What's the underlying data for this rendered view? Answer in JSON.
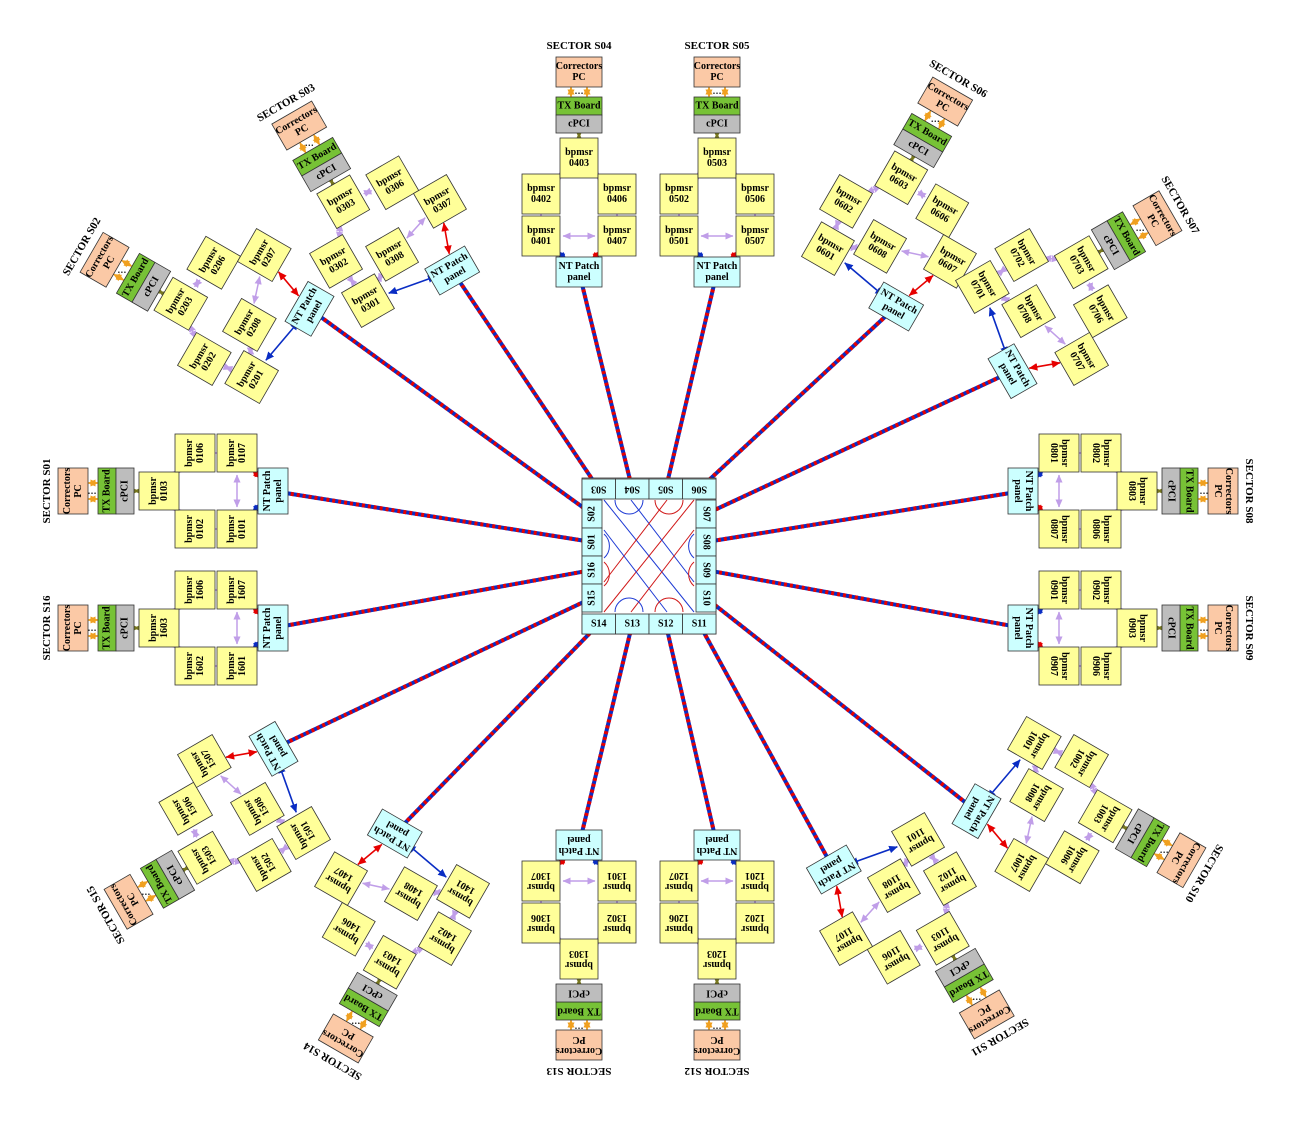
{
  "colors": {
    "bpm_fill": "#ffff99",
    "patch_fill": "#ccffff",
    "pc_fill": "#fbc9a6",
    "tx_fill": "#77c236",
    "cpci_fill": "#bdbdbd",
    "ring_link": "#c09ee8",
    "tx_link": "#77771e",
    "pc_link": "#f0a020",
    "red_link": "#e60000",
    "blue_link": "#0a2dc4",
    "hub_fill": "#ccffff",
    "hub_lines_blue": "#1e3ad4",
    "hub_lines_red": "#d01818"
  },
  "labels": {
    "corrector": [
      "Correctors",
      "PC"
    ],
    "dots": "…",
    "tx_board": "TX Board",
    "cpci": "cPCI",
    "patch_panel": [
      "NT Patch",
      "panel"
    ],
    "bpm": "bpmsr"
  },
  "hub_ports": {
    "top": [
      "S03",
      "S04",
      "S05",
      "S06"
    ],
    "right": [
      "S07",
      "S08",
      "S09",
      "S10"
    ],
    "bottom": [
      "S11",
      "S12",
      "S13",
      "S14"
    ],
    "left": [
      "S15",
      "S16",
      "S01",
      "S02"
    ]
  },
  "sectors": [
    {
      "id": "S01",
      "title": "SECTOR S01",
      "bpms": [
        "0101",
        "0102",
        "0103",
        "0106",
        "0107"
      ]
    },
    {
      "id": "S02",
      "title": "SECTOR S02",
      "bpms": [
        "0201",
        "0202",
        "0203",
        "0206",
        "0207",
        "0208"
      ]
    },
    {
      "id": "S03",
      "title": "SECTOR S03",
      "bpms": [
        "0301",
        "0302",
        "0303",
        "0306",
        "0307",
        "0308"
      ]
    },
    {
      "id": "S04",
      "title": "SECTOR S04",
      "bpms": [
        "0401",
        "0402",
        "0403",
        "0406",
        "0407"
      ]
    },
    {
      "id": "S05",
      "title": "SECTOR S05",
      "bpms": [
        "0501",
        "0502",
        "0503",
        "0506",
        "0507"
      ]
    },
    {
      "id": "S06",
      "title": "SECTOR S06",
      "bpms": [
        "0601",
        "0602",
        "0603",
        "0606",
        "0607",
        "0608"
      ]
    },
    {
      "id": "S07",
      "title": "SECTOR S07",
      "bpms": [
        "0701",
        "0702",
        "0703",
        "0706",
        "0707",
        "0708"
      ]
    },
    {
      "id": "S08",
      "title": "SECTOR S08",
      "bpms": [
        "0801",
        "0802",
        "0803",
        "0806",
        "0807"
      ]
    },
    {
      "id": "S09",
      "title": "SECTOR S09",
      "bpms": [
        "0901",
        "0902",
        "0903",
        "0906",
        "0907"
      ]
    },
    {
      "id": "S10",
      "title": "SECTOR S10",
      "bpms": [
        "1001",
        "1002",
        "1003",
        "1006",
        "1007",
        "1008"
      ]
    },
    {
      "id": "S11",
      "title": "SECTOR S11",
      "bpms": [
        "1101",
        "1102",
        "1103",
        "1106",
        "1107",
        "1108"
      ]
    },
    {
      "id": "S12",
      "title": "SECTOR S12",
      "bpms": [
        "1201",
        "1202",
        "1203",
        "1206",
        "1207"
      ]
    },
    {
      "id": "S13",
      "title": "SECTOR S13",
      "bpms": [
        "1301",
        "1302",
        "1303",
        "1306",
        "1307"
      ]
    },
    {
      "id": "S14",
      "title": "SECTOR S14",
      "bpms": [
        "1401",
        "1402",
        "1403",
        "1406",
        "1407",
        "1408"
      ]
    },
    {
      "id": "S15",
      "title": "SECTOR S15",
      "bpms": [
        "1501",
        "1502",
        "1503",
        "1506",
        "1507",
        "1508"
      ]
    },
    {
      "id": "S16",
      "title": "SECTOR S16",
      "bpms": [
        "1601",
        "1602",
        "1603",
        "1606",
        "1607"
      ]
    }
  ]
}
